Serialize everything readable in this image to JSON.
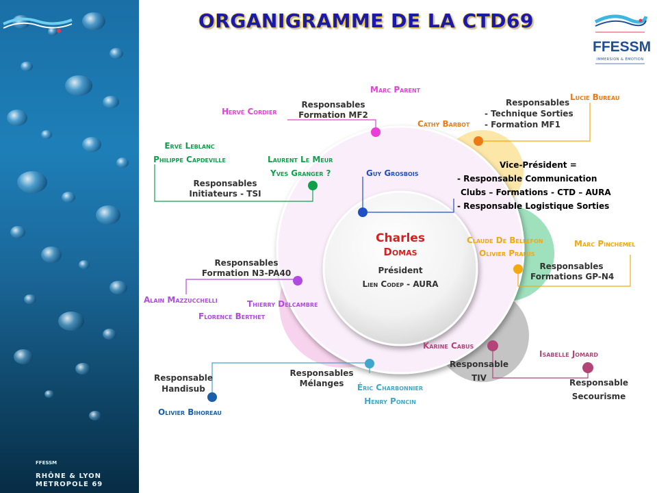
{
  "title": "ORGANIGRAMME DE LA CTD69",
  "logo": {
    "name": "FFESSM",
    "slogan": "IMMERSION & ÉMOTION"
  },
  "panel_logo": {
    "mini": "FFESSM",
    "line1": "RHÔNE & LYON",
    "line2": "METROPOLE 69"
  },
  "colors": {
    "title": "#1a1aa8",
    "pink": "#e93fd8",
    "orange": "#ee7a16",
    "green": "#10a04b",
    "blue": "#1f4fc4",
    "gold": "#f2a90f",
    "violet": "#b14ae0",
    "cyan": "#3fa7c9",
    "navy": "#1a5fa8",
    "maroon": "#b24478"
  },
  "center": {
    "first_name": "Charles",
    "last_name": "Domas",
    "role": "Président",
    "role_detail": "Lien Codep - AURA"
  },
  "vice": {
    "name": "Guy Grosbois",
    "lines": [
      "Vice-Président =",
      "- Responsable Communication",
      "Clubs – Formations - CTD – AURA",
      "- Responsable Logistique Sorties"
    ]
  },
  "mf2": {
    "name": "Marc Parent",
    "name2": "Hervé Cordier",
    "label": [
      "Responsables",
      "Formation MF2"
    ]
  },
  "sorties": {
    "name": "Cathy Barbot",
    "name2": "Lucie Bureau",
    "label": [
      "Responsables",
      "-  Technique Sorties",
      "-  Formation MF1"
    ]
  },
  "initiateurs": {
    "names_left": [
      "Ervé Leblanc",
      "Philippe Capdeville"
    ],
    "names_right": [
      "Laurent Le Meur",
      "Yves Granger ?"
    ],
    "label": [
      "Responsables",
      "Initiateurs - TSI"
    ]
  },
  "gpn4": {
    "names": [
      "Claude De Bellefon",
      "Olivier Pralus"
    ],
    "name2": "Marc Pinchemel",
    "label": [
      "Responsables",
      "Formations GP-N4"
    ]
  },
  "n3pa40": {
    "label": [
      "Responsables",
      "Formation N3-PA40"
    ],
    "name_left": "Alain Mazzucchelli",
    "names": [
      "Thierry Delcambre",
      "Florence Berthet"
    ]
  },
  "tiv": {
    "name": "Karine Cabus",
    "label": [
      "Responsable",
      "TIV"
    ]
  },
  "secourisme": {
    "name": "Isabelle Jomard",
    "label": [
      "Responsable",
      "Secourisme"
    ]
  },
  "melanges": {
    "label": [
      "Responsables",
      "Mélanges"
    ],
    "names": [
      "Éric Charbonnier",
      "Henry Poncin"
    ]
  },
  "handisub": {
    "label": [
      "Responsable",
      "Handisub"
    ],
    "name": "Olivier Bihoreau"
  }
}
